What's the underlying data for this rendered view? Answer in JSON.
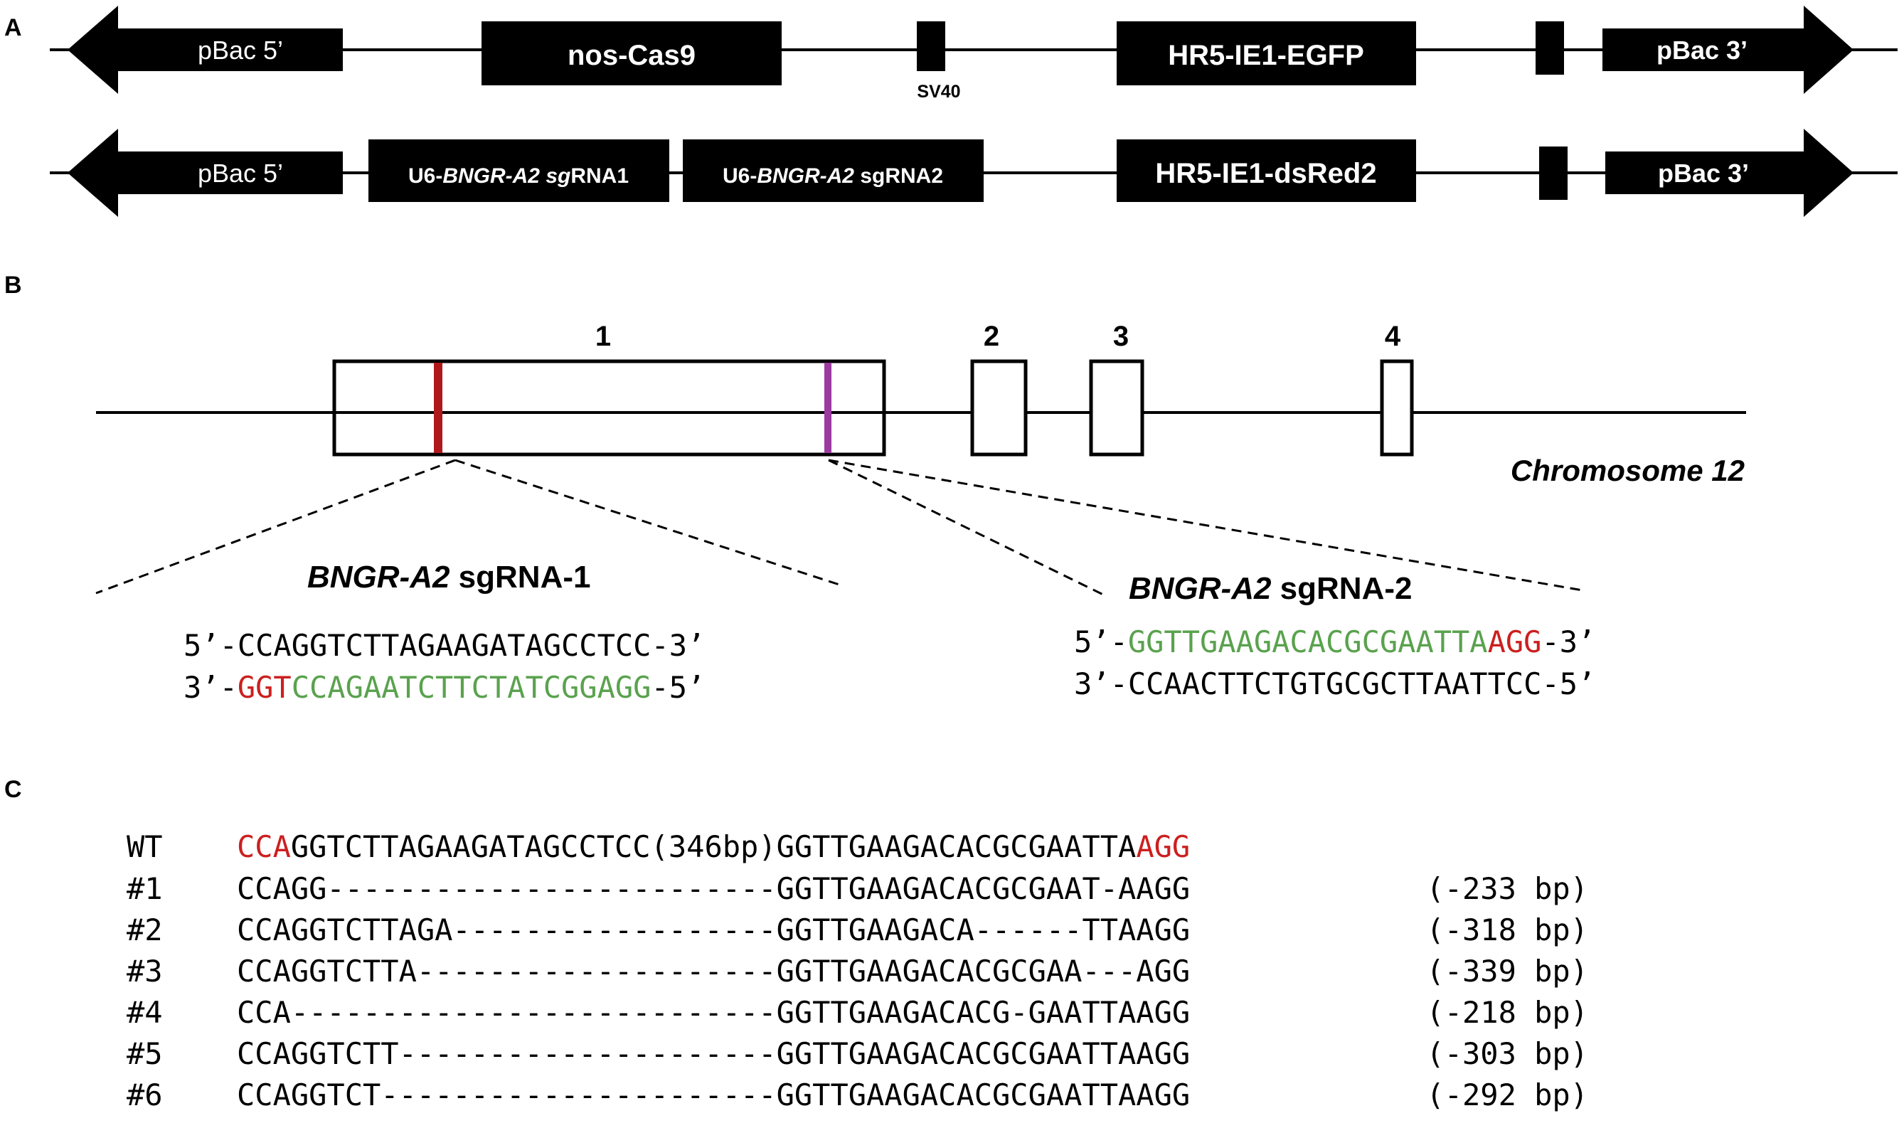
{
  "colors": {
    "ink": "#000000",
    "pam_red": "#cc1f1f",
    "spacer_green": "#5aa24e",
    "site1_marker": "#b0191b",
    "site2_marker": "#9b3aa0"
  },
  "panel_a": {
    "label": "A",
    "construct1": {
      "left_arm": "pBac 5’",
      "gene1": "nos-Cas9",
      "sv40_label": "SV40",
      "gene2": "HR5-IE1-EGFP",
      "right_arm": "pBac 3’"
    },
    "construct2": {
      "left_arm": "pBac 5’",
      "sg1": {
        "prefix": "U6-",
        "gene": "BNGR-A2",
        "mid": " sg",
        "suffix": "RNA1"
      },
      "sg2": {
        "prefix": "U6-",
        "gene": "BNGR-A2",
        "suffix": " sgRNA2"
      },
      "gene2": "HR5-IE1-dsRed2",
      "right_arm": "pBac 3’"
    }
  },
  "panel_b": {
    "label": "B",
    "exons": [
      "1",
      "2",
      "3",
      "4"
    ],
    "chromosome": "Chromosome 12",
    "sgrna1": {
      "title_gene": "BNGR-A2",
      "title_rest": " sgRNA-1",
      "top": {
        "prefix": "5’-",
        "seq": "CCAGGTCTTAGAAGATAGCCTCC",
        "suffix": "-3’"
      },
      "bottom": {
        "prefix": "3’-",
        "pam": "GGT",
        "spacer": "CCAGAATCTTCTATCGGAGG",
        "suffix": "-5’"
      }
    },
    "sgrna2": {
      "title_gene": "BNGR-A2",
      "title_rest": " sgRNA-2",
      "top": {
        "prefix": "5’-",
        "spacer": "GGTTGAAGACACGCGAATTA",
        "pam": "AGG",
        "suffix": "-3’"
      },
      "bottom": {
        "prefix": "3’-",
        "seq": "CCAACTTCTGTGCGCTTAATTCC",
        "suffix": "-5’"
      }
    }
  },
  "panel_c": {
    "label": "C",
    "wt": {
      "name": "WT",
      "pam1": "CCA",
      "seq": "GGTCTTAGAAGATAGCCTCC(346bp)GGTTGAAGACACGCGAATTA",
      "pam2": "AGG"
    },
    "alleles": [
      {
        "name": "#1",
        "seq": "CCAGG-------------------------GGTTGAAGACACGCGAAT-AAGG",
        "del": "(-233 bp)"
      },
      {
        "name": "#2",
        "seq": "CCAGGTCTTAGA------------------GGTTGAAGACA------TTAAGG",
        "del": "(-318 bp)"
      },
      {
        "name": "#3",
        "seq": "CCAGGTCTTA--------------------GGTTGAAGACACGCGAA---AGG",
        "del": "(-339 bp)"
      },
      {
        "name": "#4",
        "seq": "CCA---------------------------GGTTGAAGACACG-GAATTAAGG",
        "del": "(-218 bp)"
      },
      {
        "name": "#5",
        "seq": "CCAGGTCTT---------------------GGTTGAAGACACGCGAATTAAGG",
        "del": "(-303 bp)"
      },
      {
        "name": "#6",
        "seq": "CCAGGTCT----------------------GGTTGAAGACACGCGAATTAAGG",
        "del": "(-292 bp)"
      }
    ]
  }
}
